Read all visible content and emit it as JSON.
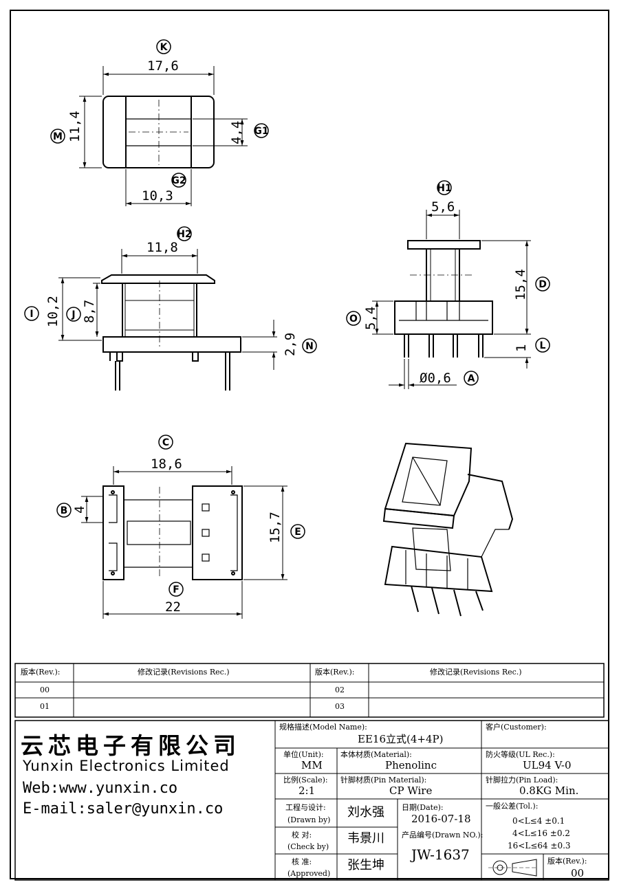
{
  "dimensions": {
    "K": "17,6",
    "M": "11,4",
    "G1": "4,4",
    "G2": "10,3",
    "H1": "5,6",
    "H2": "11,8",
    "D": "15,4",
    "I": "10,2",
    "J": "8,7",
    "N": "2,9",
    "O": "5,4",
    "L": "1",
    "A": "Ø0,6",
    "C": "18,6",
    "B": "4",
    "E": "15,7",
    "F": "22"
  },
  "labels": [
    "K",
    "M",
    "G1",
    "G2",
    "H1",
    "H2",
    "D",
    "I",
    "J",
    "N",
    "O",
    "L",
    "A",
    "C",
    "B",
    "E",
    "F"
  ],
  "revision_table": {
    "col_rev": "版本(Rev.):",
    "col_rec": "修改记录(Revisions Rec.)",
    "rows": [
      [
        "00",
        "02"
      ],
      [
        "01",
        "03"
      ]
    ]
  },
  "company": {
    "name_cn": "云芯电子有限公司",
    "name_en": "Yunxin Electronics Limited",
    "web": "Web:www.yunxin.co",
    "email": "E-mail:saler@yunxin.co"
  },
  "title_block": {
    "model_label": "规格描述(Model Name):",
    "model_value": "EE16立式(4+4P)",
    "customer_label": "客户(Customer):",
    "unit_label": "单位(Unit):",
    "unit_value": "MM",
    "material_label": "本体材质(Material):",
    "material_value": "Phenolinc",
    "ul_label": "防火等级(UL Rec.):",
    "ul_value": "UL94 V-0",
    "scale_label": "比例(Scale):",
    "scale_value": "2:1",
    "pin_material_label": "针脚材质(Pin Material):",
    "pin_material_value": "CP Wire",
    "pin_load_label": "针脚拉力(Pin Load):",
    "pin_load_value": "0.8KG Min.",
    "drawn_label_cn": "工程与设计:",
    "drawn_label_en": "(Drawn by)",
    "drawn_value": "刘水强",
    "date_label": "日期(Date):",
    "date_value": "2016-07-18",
    "tol_label": "一般公差(Tol.):",
    "tol_rows": [
      "0<L≤4    ±0.1",
      "4<L≤16   ±0.2",
      "16<L≤64  ±0.3"
    ],
    "check_label_cn": "校  对:",
    "check_label_en": "(Check by)",
    "check_value": "韦景川",
    "drawn_no_label": "产品编号(Drawn NO.):",
    "drawn_no_value": "JW-1637",
    "approved_label_cn": "核  准:",
    "approved_label_en": "(Approved)",
    "approved_value": "张生坤",
    "rev_label": "版本(Rev.):",
    "rev_value": "00"
  }
}
